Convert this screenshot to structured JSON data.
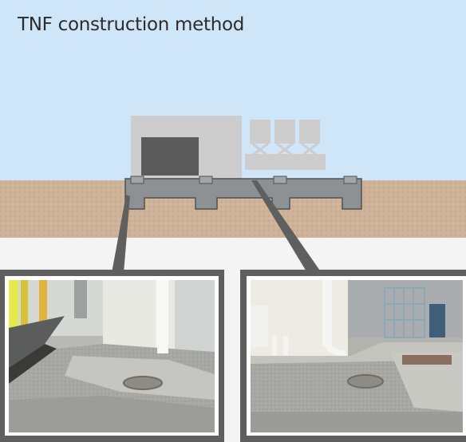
{
  "title": "TNF construction method",
  "colors": {
    "sky": "#cfe6f8",
    "ground": "#cfb398",
    "foundation": "#8e9193",
    "foundation_edge": "#4d5254",
    "building": "#cdcdcd",
    "door": "#5b5b5b",
    "callout_frame": "#5f5f5f"
  },
  "icons": {
    "left_photo": "photo-street-concrete-slab",
    "right_photo": "photo-building-entrance-concrete-slab"
  }
}
